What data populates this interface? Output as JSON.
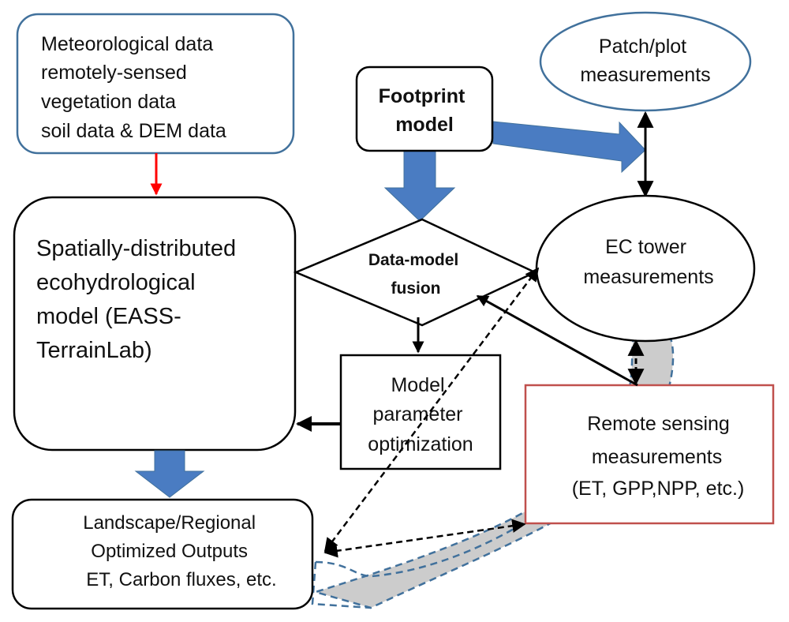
{
  "colors": {
    "box_stroke": "#000000",
    "blue_outline": "#41719c",
    "red_outline": "#c0504d",
    "red_arrow": "#ff0000",
    "blue_arrow": "#4a7cc2",
    "grey_band": "#cccccc",
    "band_outline": "#41719c"
  },
  "nodes": {
    "input_data": {
      "lines": [
        "Meteorological data",
        " remotely-sensed",
        "vegetation data",
        "soil data & DEM data"
      ]
    },
    "footprint_model": {
      "lines": [
        "Footprint",
        "model"
      ]
    },
    "patch_plot": {
      "lines": [
        "Patch/plot",
        "measurements"
      ]
    },
    "ecohydro_model": {
      "lines": [
        "Spatially-distributed",
        "ecohydrological",
        "model (EASS-",
        "TerrainLab)"
      ]
    },
    "data_model_fusion": {
      "lines": [
        "Data-model",
        "fusion"
      ]
    },
    "ec_tower": {
      "lines": [
        "EC tower",
        "measurements"
      ]
    },
    "param_optimization": {
      "lines": [
        "Model",
        "parameter",
        "optimization"
      ]
    },
    "remote_sensing": {
      "lines": [
        "Remote sensing",
        "measurements",
        "(ET, GPP,NPP, etc.)"
      ]
    },
    "outputs": {
      "lines": [
        "Landscape/Regional",
        "Optimized Outputs",
        "ET, Carbon fluxes, etc."
      ]
    }
  }
}
